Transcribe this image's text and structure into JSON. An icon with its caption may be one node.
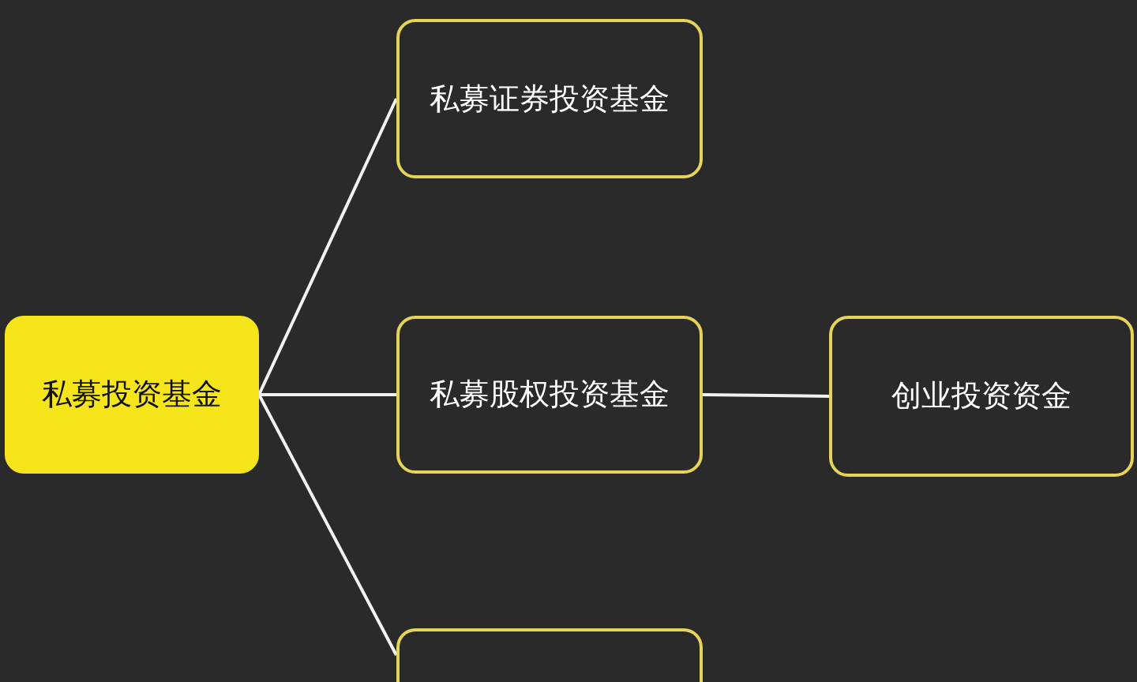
{
  "diagram": {
    "nodes": [
      {
        "text": [
          "私募投资基金"
        ]
      },
      {
        "text": [
          "私募证券投资基金"
        ]
      },
      {
        "text": [
          "私募股权投资基金"
        ]
      },
      {
        "text": [
          "创业投资资金"
        ]
      },
      {
        "text": [],
        "shape": "box"
      }
    ],
    "edges": [
      {
        "from": 0,
        "to": 1,
        "arrow": "none"
      },
      {
        "from": 0,
        "to": 2,
        "arrow": "none"
      },
      {
        "from": 0,
        "to": 4,
        "arrow": "none"
      },
      {
        "from": 2,
        "to": 3,
        "arrow": "none"
      }
    ]
  }
}
